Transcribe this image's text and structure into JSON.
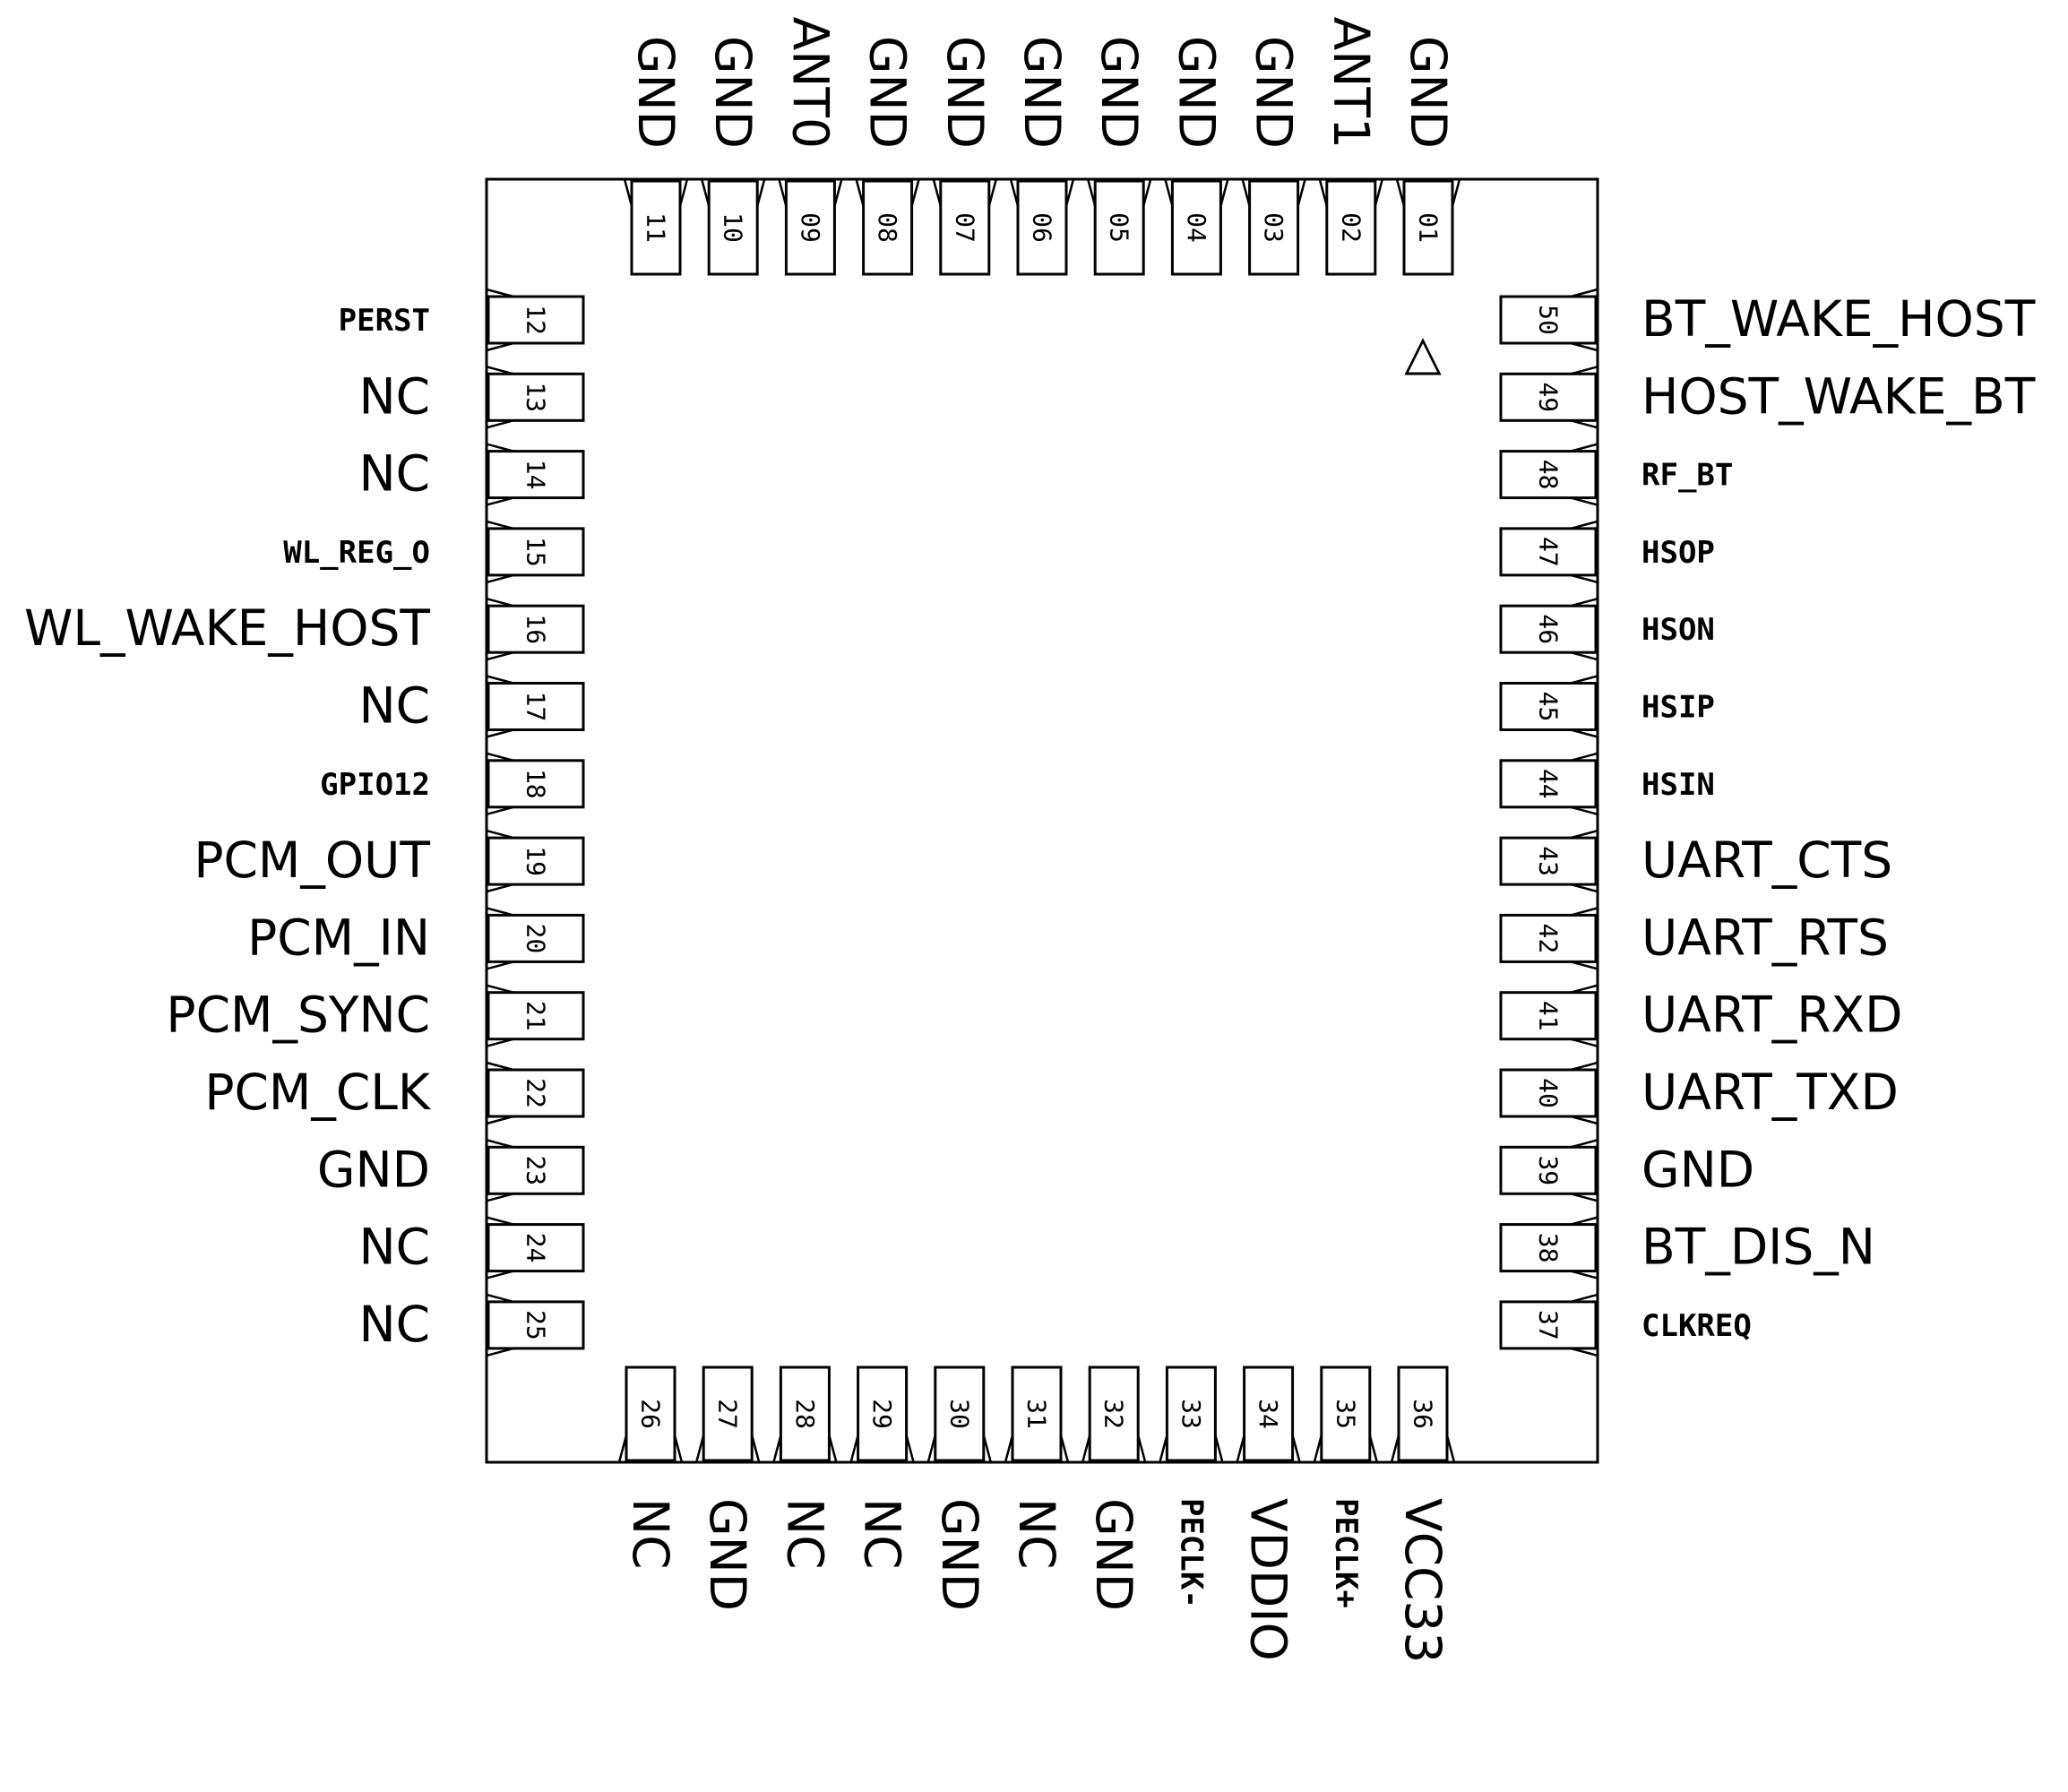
{
  "colors": {
    "line": "#000000",
    "background": "#ffffff",
    "small_label_primary": "#0a1e4a",
    "small_label_accent": "#d98a1f"
  },
  "pin1_marker": "△",
  "pins": {
    "top": [
      {
        "num": "11",
        "label": "GND"
      },
      {
        "num": "10",
        "label": "GND"
      },
      {
        "num": "09",
        "label": "ANT0"
      },
      {
        "num": "08",
        "label": "GND"
      },
      {
        "num": "07",
        "label": "GND"
      },
      {
        "num": "06",
        "label": "GND"
      },
      {
        "num": "05",
        "label": "GND"
      },
      {
        "num": "04",
        "label": "GND"
      },
      {
        "num": "03",
        "label": "GND"
      },
      {
        "num": "02",
        "label": "ANT1"
      },
      {
        "num": "01",
        "label": "GND"
      }
    ],
    "left": [
      {
        "num": "12",
        "label": "PERST",
        "style": "small"
      },
      {
        "num": "13",
        "label": "NC"
      },
      {
        "num": "14",
        "label": "NC"
      },
      {
        "num": "15",
        "label": "WL_REG_O",
        "style": "small"
      },
      {
        "num": "16",
        "label": "WL_WAKE_HOST"
      },
      {
        "num": "17",
        "label": "NC"
      },
      {
        "num": "18",
        "label": "GPIO12",
        "style": "small"
      },
      {
        "num": "19",
        "label": "PCM_OUT"
      },
      {
        "num": "20",
        "label": "PCM_IN"
      },
      {
        "num": "21",
        "label": "PCM_SYNC"
      },
      {
        "num": "22",
        "label": "PCM_CLK"
      },
      {
        "num": "23",
        "label": "GND"
      },
      {
        "num": "24",
        "label": "NC"
      },
      {
        "num": "25",
        "label": "NC"
      }
    ],
    "right": [
      {
        "num": "50",
        "label": "BT_WAKE_HOST"
      },
      {
        "num": "49",
        "label": "HOST_WAKE_BT"
      },
      {
        "num": "48",
        "label": "RF_BT",
        "style": "small"
      },
      {
        "num": "47",
        "label": "HSOP",
        "style": "small"
      },
      {
        "num": "46",
        "label": "HSON",
        "style": "small"
      },
      {
        "num": "45",
        "label": "HSIP",
        "style": "small"
      },
      {
        "num": "44",
        "label": "HSIN",
        "style": "small"
      },
      {
        "num": "43",
        "label": "UART_CTS"
      },
      {
        "num": "42",
        "label": "UART_RTS"
      },
      {
        "num": "41",
        "label": "UART_RXD"
      },
      {
        "num": "40",
        "label": "UART_TXD"
      },
      {
        "num": "39",
        "label": "GND"
      },
      {
        "num": "38",
        "label": "BT_DIS_N"
      },
      {
        "num": "37",
        "label": "CLKREQ",
        "style": "small"
      }
    ],
    "bottom": [
      {
        "num": "26",
        "label": "NC"
      },
      {
        "num": "27",
        "label": "GND"
      },
      {
        "num": "28",
        "label": "NC"
      },
      {
        "num": "29",
        "label": "NC"
      },
      {
        "num": "30",
        "label": "GND"
      },
      {
        "num": "31",
        "label": "NC"
      },
      {
        "num": "32",
        "label": "GND"
      },
      {
        "num": "33",
        "label": "PECLK-",
        "style": "small"
      },
      {
        "num": "34",
        "label": "VDDIO"
      },
      {
        "num": "35",
        "label": "PECLK+",
        "style": "small"
      },
      {
        "num": "36",
        "label": "VCC33"
      }
    ]
  }
}
